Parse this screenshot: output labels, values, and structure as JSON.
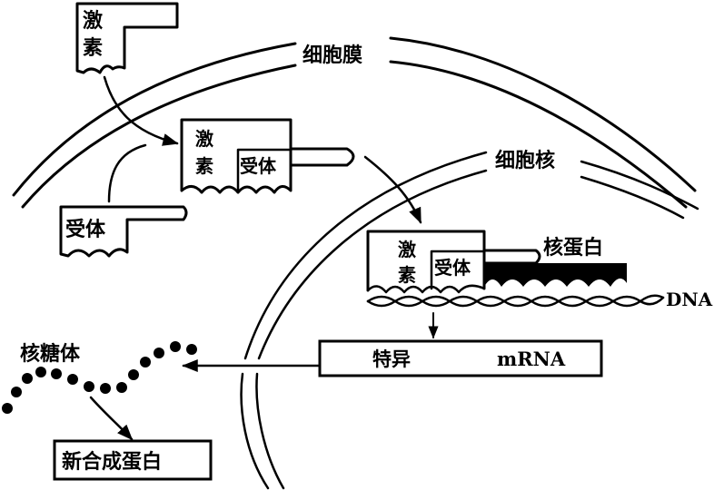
{
  "diagram": {
    "type": "biology-pathway",
    "subject": "steroid hormone mechanism of action",
    "labels": {
      "cell_membrane": "细胞膜",
      "nucleus": "细胞核",
      "hormone_top_line1": "激",
      "hormone_top_line2": "素",
      "receptor_free": "受体",
      "complex_hormone_line1": "激",
      "complex_hormone_line2": "素",
      "complex_receptor": "受体",
      "nuclear_hormone_line1": "激",
      "nuclear_hormone_line2": "素",
      "nuclear_receptor": "受体",
      "nuclear_protein": "核蛋白",
      "dna": "DNA",
      "mrna_prefix": "特异",
      "mrna": "mRNA",
      "ribosome": "核糖体",
      "new_protein": "新合成蛋白"
    },
    "colors": {
      "ink": "#000000",
      "background": "#ffffff"
    },
    "steps": [
      "hormone enters through cell membrane",
      "hormone binds receptor to form hormone-receptor complex",
      "complex enters nucleus",
      "complex binds nuclear protein on DNA",
      "DNA transcribed into specific mRNA",
      "mRNA exits nucleus to ribosomes",
      "ribosomes produce newly synthesized protein"
    ]
  }
}
